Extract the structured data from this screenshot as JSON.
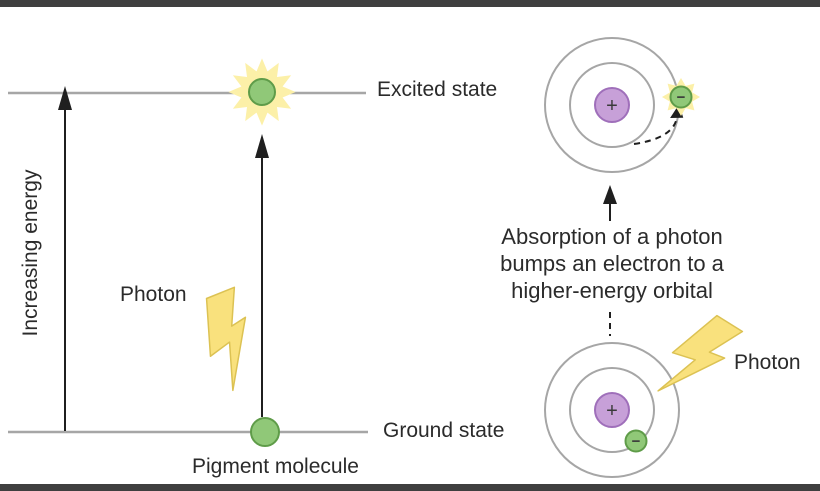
{
  "energy_diagram": {
    "excited_state_label": "Excited state",
    "ground_state_label": "Ground state",
    "axis_label": "Increasing energy",
    "photon_label": "Photon",
    "pigment_label": "Pigment molecule"
  },
  "atom_diagram": {
    "caption_lines": [
      "Absorption of a photon",
      "bumps an electron to a",
      "higher-energy orbital"
    ],
    "photon_label": "Photon",
    "nucleus_charge": "+",
    "electron_charge": "−"
  },
  "colors": {
    "molecule_green": "#90c878",
    "molecule_green_border": "#5f9c49",
    "nucleus_purple": "#c7a0d8",
    "nucleus_purple_border": "#9f6fba",
    "photon_yellow": "#f9e17d",
    "photon_yellow_border": "#dcc253",
    "glow_yellow": "#fcf0a8",
    "line_gray": "#a6a6a6",
    "arrow_black": "#1f1f1f",
    "text_dark": "#2b2b2b",
    "frame_dark": "#3f3f3f",
    "background": "#ffffff"
  }
}
